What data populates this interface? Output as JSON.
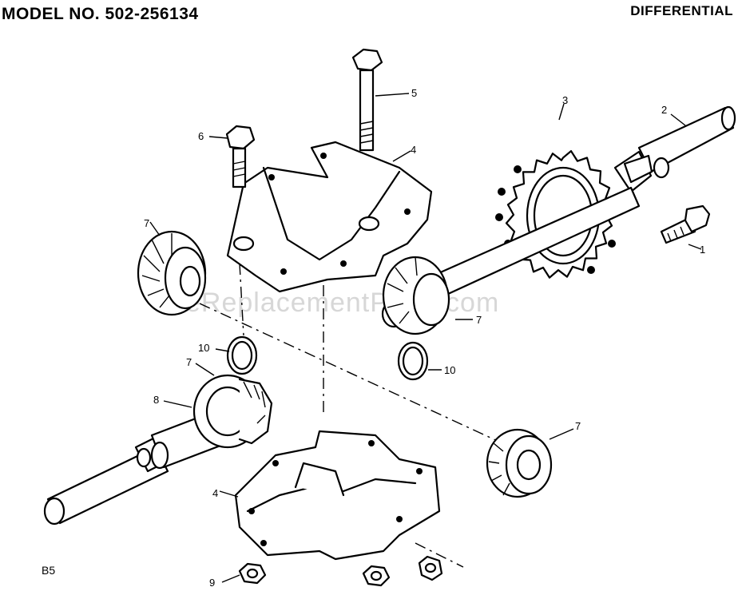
{
  "header": {
    "model": "MODEL NO. 502-256134",
    "title": "DIFFERENTIAL"
  },
  "footer": {
    "code": "B5"
  },
  "watermark": "eReplacementParts.com",
  "callouts": [
    {
      "id": "c1",
      "label": "1",
      "part": "bolt"
    },
    {
      "id": "c2",
      "label": "2",
      "part": "axle-shaft-right"
    },
    {
      "id": "c3",
      "label": "3",
      "part": "sprocket"
    },
    {
      "id": "c4a",
      "label": "4",
      "part": "housing-upper"
    },
    {
      "id": "c4b",
      "label": "4",
      "part": "housing-lower"
    },
    {
      "id": "c5",
      "label": "5",
      "part": "long-bolt"
    },
    {
      "id": "c6",
      "label": "6",
      "part": "short-bolt"
    },
    {
      "id": "c7a",
      "label": "7",
      "part": "bevel-gear-left"
    },
    {
      "id": "c7b",
      "label": "7",
      "part": "bevel-gear-center"
    },
    {
      "id": "c7c",
      "label": "7",
      "part": "bevel-gear-shaft"
    },
    {
      "id": "c7d",
      "label": "7",
      "part": "bevel-gear-loose"
    },
    {
      "id": "c8",
      "label": "8",
      "part": "axle-shaft-left"
    },
    {
      "id": "c9",
      "label": "9",
      "part": "nut"
    },
    {
      "id": "c10a",
      "label": "10",
      "part": "ring-upper"
    },
    {
      "id": "c10b",
      "label": "10",
      "part": "ring-right"
    }
  ]
}
